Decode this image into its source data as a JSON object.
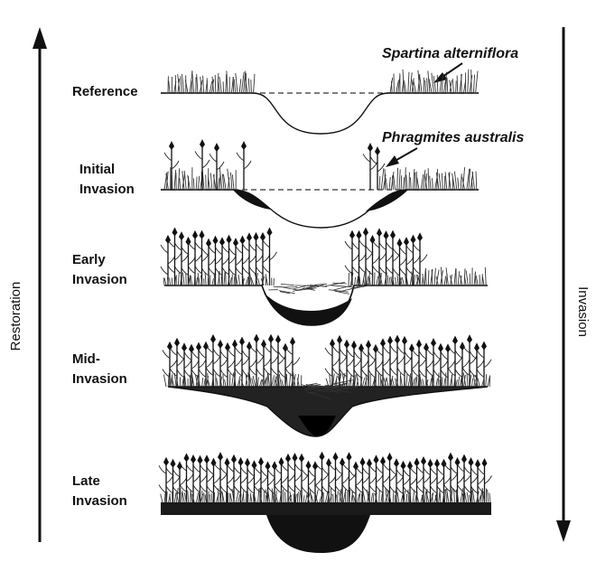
{
  "axis_left": "Restoration",
  "axis_right": "Invasion",
  "species": {
    "spartina": "Spartina alterniflora",
    "phragmites": "Phragmites australis"
  },
  "stages": [
    {
      "line1": "Reference",
      "line2": ""
    },
    {
      "line1": "Initial",
      "line2": "Invasion"
    },
    {
      "line1": "Early",
      "line2": "Invasion"
    },
    {
      "line1": "Mid-",
      "line2": "Invasion"
    },
    {
      "line1": "Late",
      "line2": "Invasion"
    }
  ],
  "colors": {
    "ink": "#111111",
    "background": "#ffffff"
  }
}
